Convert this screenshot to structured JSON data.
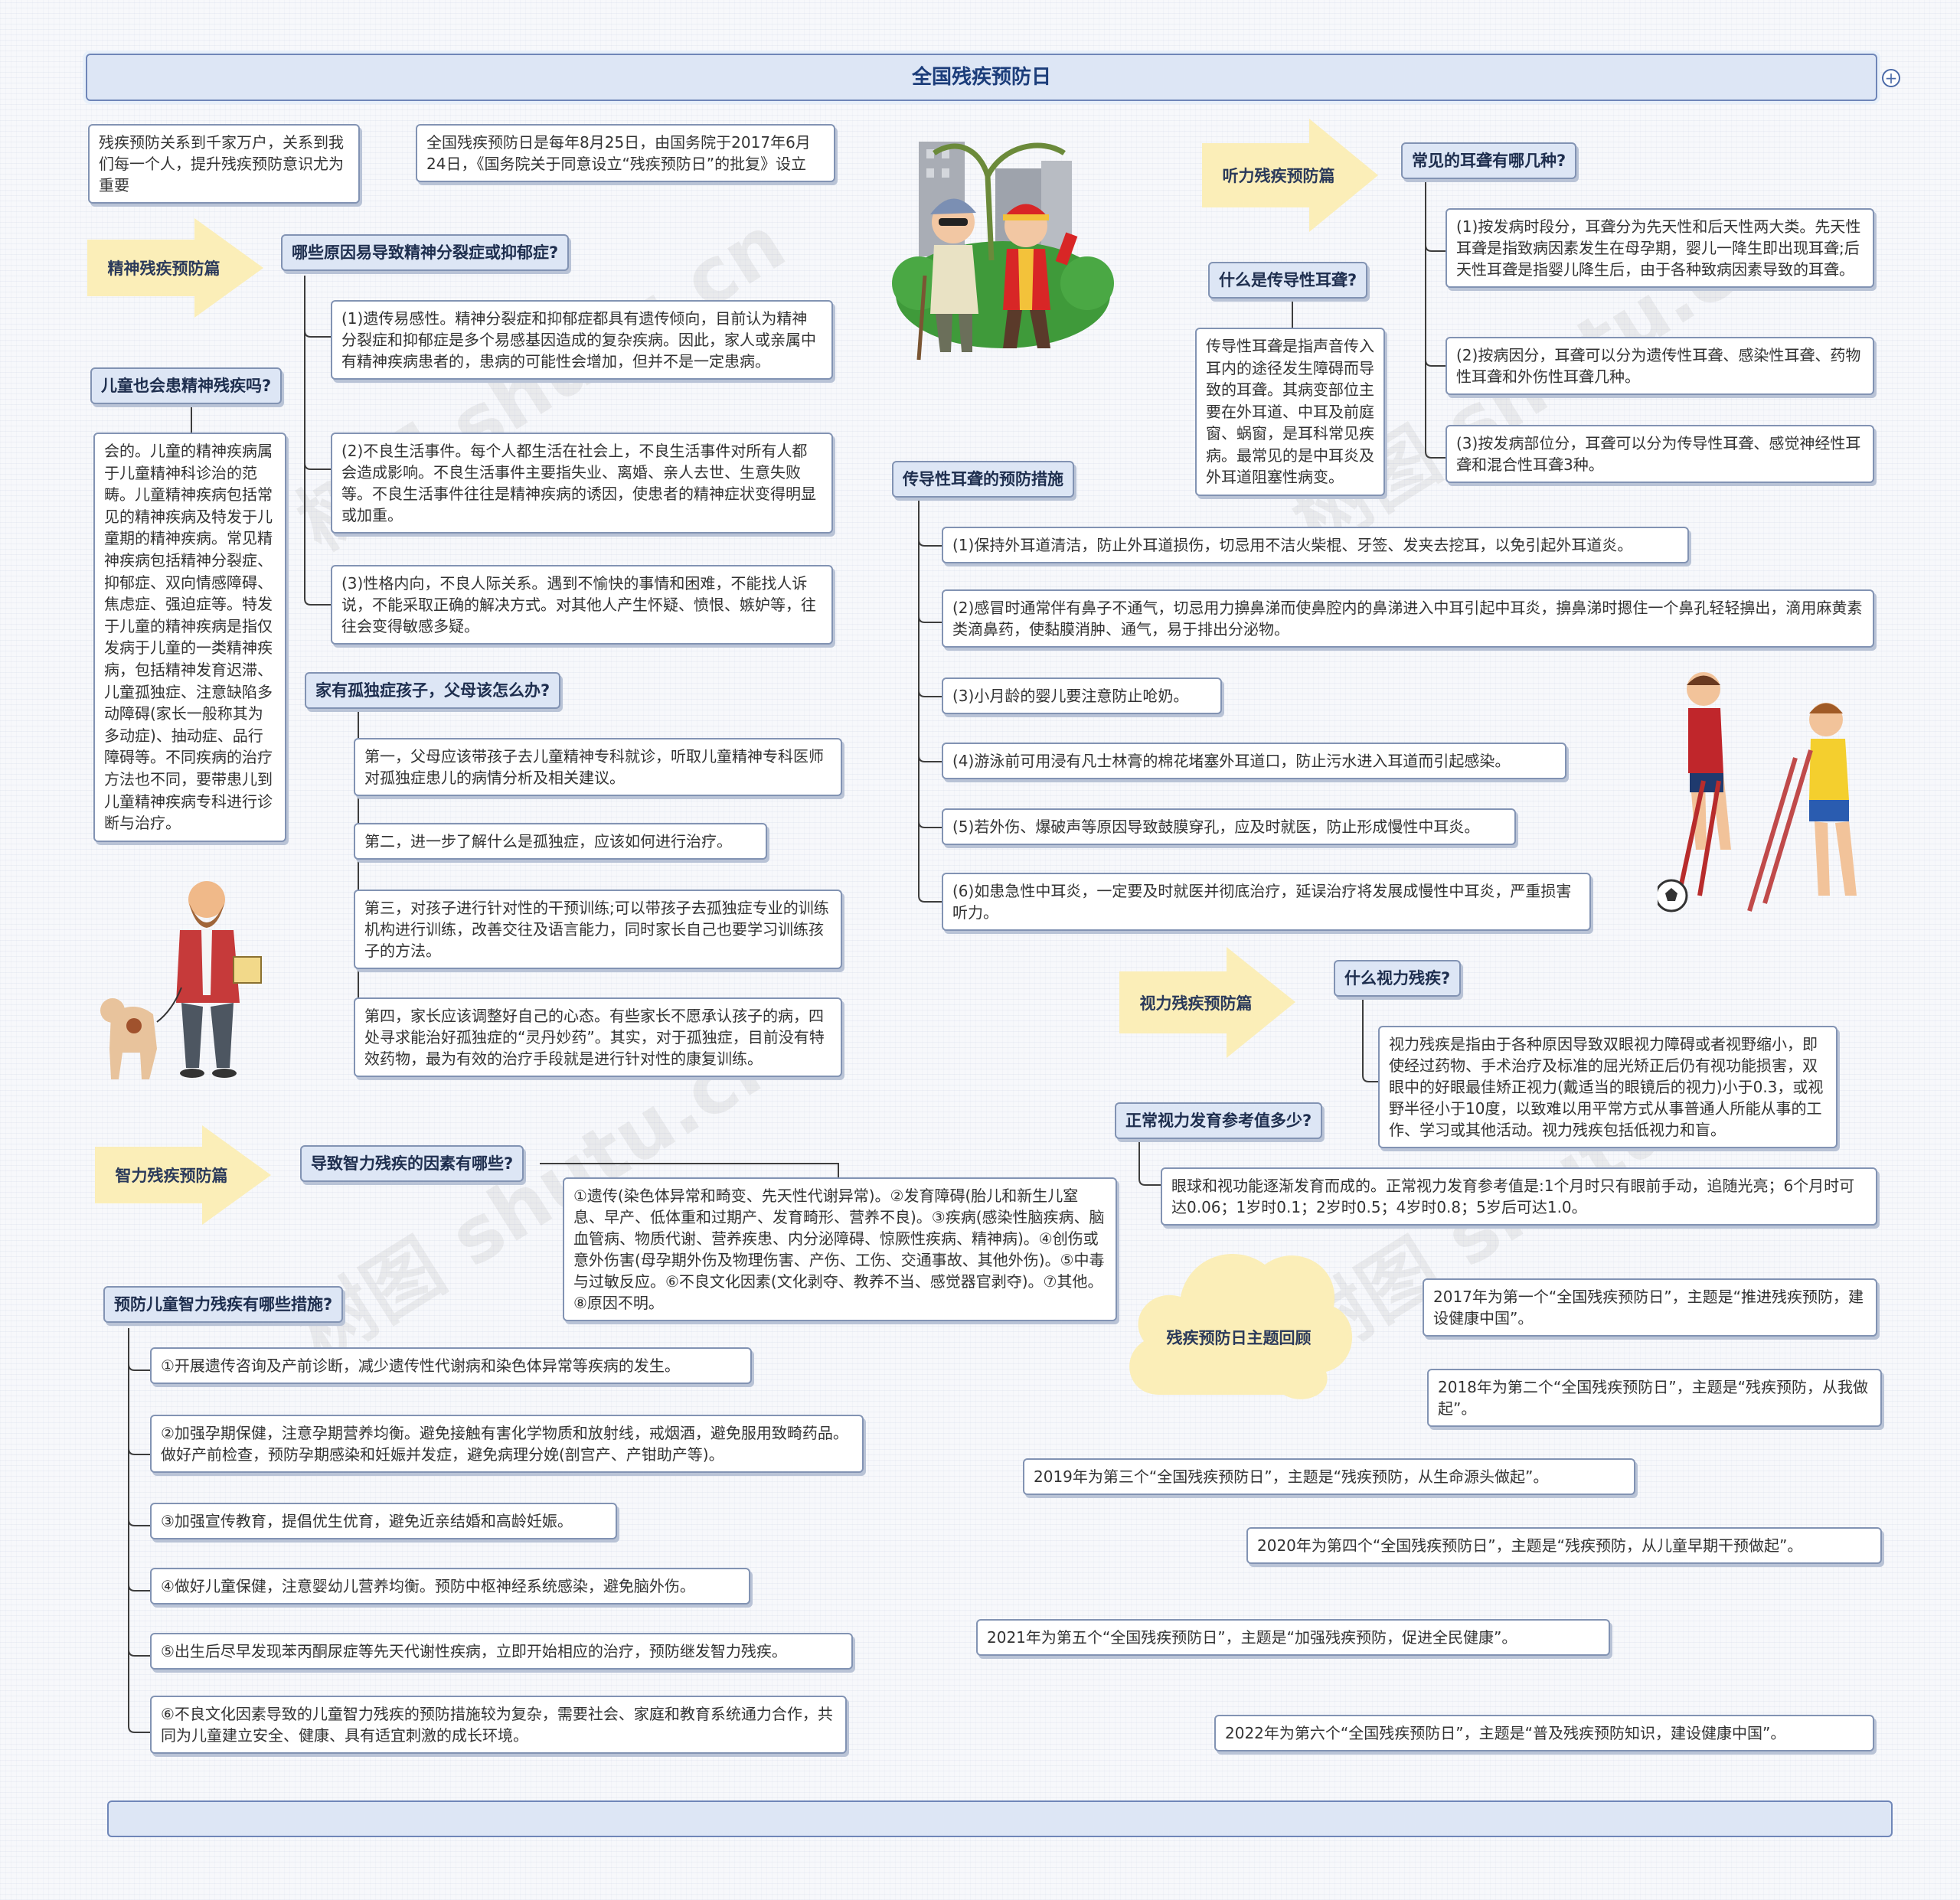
{
  "title": "全国残疾预防日",
  "intro1": "残疾预防关系到千家万户，关系到我们每一个人，提升残疾预防意识尤为重要",
  "intro2": "全国残疾预防日是每年8月25日，由国务院于2017年6月24日，《国务院关于同意设立“残疾预防日”的批复》设立",
  "mental": {
    "arrow": "精神残疾预防篇",
    "q1": "哪些原因易导致精神分裂症或抑郁症?",
    "a1": "(1)遗传易感性。精神分裂症和抑郁症都具有遗传倾向，目前认为精神分裂症和抑郁症是多个易感基因造成的复杂疾病。因此，家人或亲属中有精神疾病患者的，患病的可能性会增加，但并不是一定患病。",
    "a2": "(2)不良生活事件。每个人都生活在社会上，不良生活事件对所有人都会造成影响。不良生活事件主要指失业、离婚、亲人去世、生意失败等。不良生活事件往往是精神疾病的诱因，使患者的精神症状变得明显或加重。",
    "a3": "(3)性格内向，不良人际关系。遇到不愉快的事情和困难，不能找人诉说，不能采取正确的解决方式。对其他人产生怀疑、愤恨、嫉妒等，往往会变得敏感多疑。",
    "q2": "儿童也会患精神残疾吗?",
    "q2a": "会的。儿童的精神疾病属于儿童精神科诊治的范畴。儿童精神疾病包括常见的精神疾病及特发于儿童期的精神疾病。常见精神疾病包括精神分裂症、抑郁症、双向情感障碍、焦虑症、强迫症等。特发于儿童的精神疾病是指仅发病于儿童的一类精神疾病，包括精神发育迟滞、儿童孤独症、注意缺陷多动障碍(家长一般称其为多动症)、抽动症、品行障碍等。不同疾病的治疗方法也不同，要带患儿到儿童精神疾病专科进行诊断与治疗。",
    "q3": "家有孤独症孩子，父母该怎么办?",
    "s1": "第一，父母应该带孩子去儿童精神专科就诊，听取儿童精神专科医师对孤独症患儿的病情分析及相关建议。",
    "s2": "第二，进一步了解什么是孤独症，应该如何进行治疗。",
    "s3": "第三，对孩子进行针对性的干预训练;可以带孩子去孤独症专业的训练机构进行训练，改善交往及语言能力，同时家长自己也要学习训练孩子的方法。",
    "s4": "第四，家长应该调整好自己的心态。有些家长不愿承认孩子的病，四处寻求能治好孤独症的“灵丹妙药”。其实，对于孤独症，目前没有特效药物，最为有效的治疗手段就是进行针对性的康复训练。"
  },
  "intel": {
    "arrow": "智力残疾预防篇",
    "q1": "导致智力残疾的因素有哪些?",
    "a1": "①遗传(染色体异常和畸变、先天性代谢异常)。②发育障碍(胎儿和新生儿窒息、早产、低体重和过期产、发育畸形、营养不良)。③疾病(感染性脑疾病、脑血管病、物质代谢、营养疾患、内分泌障碍、惊厥性疾病、精神病)。④创伤或意外伤害(母孕期外伤及物理伤害、产伤、工伤、交通事故、其他外伤)。⑤中毒与过敏反应。⑥不良文化因素(文化剥夺、教养不当、感觉器官剥夺)。⑦其他。⑧原因不明。",
    "q2": "预防儿童智力残疾有哪些措施?",
    "m1": "①开展遗传咨询及产前诊断，减少遗传性代谢病和染色体异常等疾病的发生。",
    "m2": "②加强孕期保健，注意孕期营养均衡。避免接触有害化学物质和放射线，戒烟酒，避免服用致畸药品。做好产前检查，预防孕期感染和妊娠并发症，避免病理分娩(剖宫产、产钳助产等)。",
    "m3": "③加强宣传教育，提倡优生优育，避免近亲结婚和高龄妊娠。",
    "m4": "④做好儿童保健，注意婴幼儿营养均衡。预防中枢神经系统感染，避免脑外伤。",
    "m5": "⑤出生后尽早发现苯丙酮尿症等先天代谢性疾病，立即开始相应的治疗，预防继发智力残疾。",
    "m6": "⑥不良文化因素导致的儿童智力残疾的预防措施较为复杂，需要社会、家庭和教育系统通力合作，共同为儿童建立安全、健康、具有适宜刺激的成长环境。"
  },
  "hearing": {
    "arrow": "听力残疾预防篇",
    "q1": "常见的耳聋有哪几种?",
    "t1": "(1)按发病时段分，耳聋分为先天性和后天性两大类。先天性耳聋是指致病因素发生在母孕期，婴儿一降生即出现耳聋;后天性耳聋是指婴儿降生后，由于各种致病因素导致的耳聋。",
    "t2": "(2)按病因分，耳聋可以分为遗传性耳聋、感染性耳聋、药物性耳聋和外伤性耳聋几种。",
    "t3": "(3)按发病部位分，耳聋可以分为传导性耳聋、感觉神经性耳聋和混合性耳聋3种。",
    "q2": "什么是传导性耳聋?",
    "q2a": "传导性耳聋是指声音传入耳内的途径发生障碍而导致的耳聋。其病变部位主要在外耳道、中耳及前庭窗、蜗窗，是耳科常见疾病。最常见的是中耳炎及外耳道阻塞性病变。",
    "q3": "传导性耳聋的预防措施",
    "p1": "(1)保持外耳道清洁，防止外耳道损伤，切忌用不洁火柴棍、牙签、发夹去挖耳，以免引起外耳道炎。",
    "p2": "(2)感冒时通常伴有鼻子不通气，切忌用力擤鼻涕而使鼻腔内的鼻涕进入中耳引起中耳炎，擤鼻涕时摁住一个鼻孔轻轻擤出，滴用麻黄素类滴鼻药，使黏膜消肿、通气，易于排出分泌物。",
    "p3": "(3)小月龄的婴儿要注意防止呛奶。",
    "p4": "(4)游泳前可用浸有凡士林膏的棉花堵塞外耳道口，防止污水进入耳道而引起感染。",
    "p5": "(5)若外伤、爆破声等原因导致鼓膜穿孔，应及时就医，防止形成慢性中耳炎。",
    "p6": "(6)如患急性中耳炎，一定要及时就医并彻底治疗，延误治疗将发展成慢性中耳炎，严重损害听力。"
  },
  "vision": {
    "arrow": "视力残疾预防篇",
    "q1": "什么视力残疾?",
    "q1a": "视力残疾是指由于各种原因导致双眼视力障碍或者视野缩小，即使经过药物、手术治疗及标准的屈光矫正后仍有视功能损害，双眼中的好眼最佳矫正视力(戴适当的眼镜后的视力)小于0.3，或视野半径小于10度，以致难以用平常方式从事普通人所能从事的工作、学习或其他活动。视力残疾包括低视力和盲。",
    "q2": "正常视力发育参考值多少?",
    "q2a": "眼球和视功能逐渐发育而成的。正常视力发育参考值是:1个月时只有眼前手动，追随光亮；6个月时可达0.06；1岁时0.1；2岁时0.5；4岁时0.8；5岁后可达1.0。"
  },
  "theme": {
    "cloud": "残疾预防日主题回顾",
    "y2017": "2017年为第一个“全国残疾预防日”，主题是“推进残疾预防，建设健康中国”。",
    "y2018": "2018年为第二个“全国残疾预防日”，主题是“残疾预防，从我做起”。",
    "y2019": "2019年为第三个“全国残疾预防日”，主题是“残疾预防，从生命源头做起”。",
    "y2020": "2020年为第四个“全国残疾预防日”，主题是“残疾预防，从儿童早期干预做起”。",
    "y2021": "2021年为第五个“全国残疾预防日”，主题是“加强残疾预防，促进全民健康”。",
    "y2022": "2022年为第六个“全国残疾预防日”，主题是“普及残疾预防知识，建设健康中国”。"
  },
  "watermark": "树图 shutu.cn",
  "colors": {
    "arrow_fill": "#fbeeb8",
    "label_fill": "#dde6f5",
    "border": "#8293b3",
    "connector": "#3d3d3d",
    "title_text": "#1c3d7a"
  }
}
